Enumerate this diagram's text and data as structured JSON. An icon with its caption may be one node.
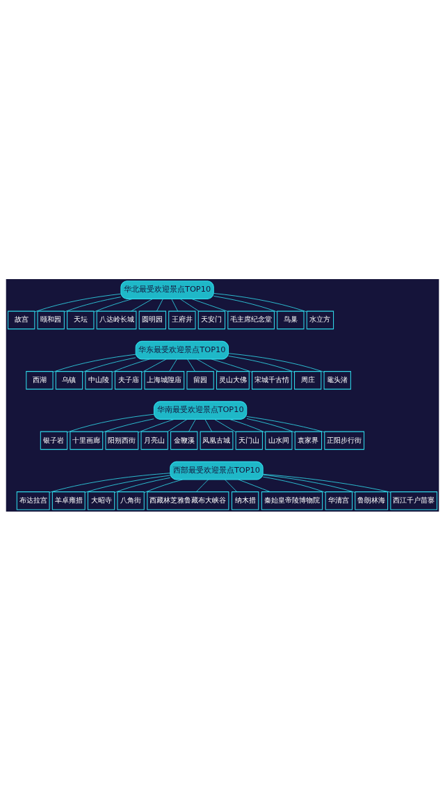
{
  "diagram": {
    "nodes": [
      {
        "text": [
          "华北最受欢迎景点TOP10"
        ]
      },
      {
        "text": [
          "故宫"
        ]
      },
      {
        "text": [
          "颐和园"
        ]
      },
      {
        "text": [
          "天坛"
        ]
      },
      {
        "text": [
          "八达岭长城"
        ]
      },
      {
        "text": [
          "圆明园"
        ]
      },
      {
        "text": [
          "王府井"
        ]
      },
      {
        "text": [
          "天安门"
        ]
      },
      {
        "text": [
          "毛主席纪念堂"
        ]
      },
      {
        "text": [
          "鸟巢"
        ]
      },
      {
        "text": [
          "水立方"
        ]
      },
      {
        "text": [
          "华东最受欢迎景点TOP10"
        ]
      },
      {
        "text": [
          "西湖"
        ]
      },
      {
        "text": [
          "乌镇"
        ]
      },
      {
        "text": [
          "中山陵"
        ]
      },
      {
        "text": [
          "夫子庙"
        ]
      },
      {
        "text": [
          "上海城隍庙"
        ]
      },
      {
        "text": [
          "留园"
        ]
      },
      {
        "text": [
          "灵山大佛"
        ]
      },
      {
        "text": [
          "宋城千古情"
        ]
      },
      {
        "text": [
          "周庄"
        ]
      },
      {
        "text": [
          "鼋头渚"
        ]
      },
      {
        "text": [
          "华南最受欢迎景点TOP10"
        ]
      },
      {
        "text": [
          "银子岩"
        ]
      },
      {
        "text": [
          "十里画廊"
        ]
      },
      {
        "text": [
          "阳朔西街"
        ]
      },
      {
        "text": [
          "月亮山"
        ]
      },
      {
        "text": [
          "金鞭溪"
        ]
      },
      {
        "text": [
          "凤凰古城"
        ]
      },
      {
        "text": [
          "天门山"
        ]
      },
      {
        "text": [
          "山水间"
        ]
      },
      {
        "text": [
          "袁家界"
        ]
      },
      {
        "text": [
          "正阳步行街"
        ]
      },
      {
        "text": [
          "西部最受欢迎景点TOP10"
        ]
      },
      {
        "text": [
          "布达拉宫"
        ]
      },
      {
        "text": [
          "羊卓雍措"
        ]
      },
      {
        "text": [
          "大昭寺"
        ]
      },
      {
        "text": [
          "八角街"
        ]
      },
      {
        "text": [
          "西藏林芝雅鲁藏布大峡谷"
        ]
      },
      {
        "text": [
          "纳木措"
        ]
      },
      {
        "text": [
          "秦始皇帝陵博物院"
        ]
      },
      {
        "text": [
          "华清宫"
        ]
      },
      {
        "text": [
          "鲁朗林海"
        ]
      },
      {
        "text": [
          "西江千户苗寨"
        ]
      }
    ],
    "edges": [
      {
        "from": 0,
        "to": 1,
        "arrow": "none"
      },
      {
        "from": 0,
        "to": 2,
        "arrow": "none"
      },
      {
        "from": 0,
        "to": 3,
        "arrow": "none"
      },
      {
        "from": 0,
        "to": 4,
        "arrow": "none"
      },
      {
        "from": 0,
        "to": 5,
        "arrow": "none"
      },
      {
        "from": 0,
        "to": 6,
        "arrow": "none"
      },
      {
        "from": 0,
        "to": 7,
        "arrow": "none"
      },
      {
        "from": 0,
        "to": 8,
        "arrow": "none"
      },
      {
        "from": 0,
        "to": 9,
        "arrow": "none"
      },
      {
        "from": 0,
        "to": 10,
        "arrow": "none"
      },
      {
        "from": 11,
        "to": 12,
        "arrow": "none"
      },
      {
        "from": 11,
        "to": 13,
        "arrow": "none"
      },
      {
        "from": 11,
        "to": 14,
        "arrow": "none"
      },
      {
        "from": 11,
        "to": 15,
        "arrow": "none"
      },
      {
        "from": 11,
        "to": 16,
        "arrow": "none"
      },
      {
        "from": 11,
        "to": 17,
        "arrow": "none"
      },
      {
        "from": 11,
        "to": 18,
        "arrow": "none"
      },
      {
        "from": 11,
        "to": 19,
        "arrow": "none"
      },
      {
        "from": 11,
        "to": 20,
        "arrow": "none"
      },
      {
        "from": 11,
        "to": 21,
        "arrow": "none"
      },
      {
        "from": 22,
        "to": 23,
        "arrow": "none"
      },
      {
        "from": 22,
        "to": 24,
        "arrow": "none"
      },
      {
        "from": 22,
        "to": 25,
        "arrow": "none"
      },
      {
        "from": 22,
        "to": 26,
        "arrow": "none"
      },
      {
        "from": 22,
        "to": 27,
        "arrow": "none"
      },
      {
        "from": 22,
        "to": 28,
        "arrow": "none"
      },
      {
        "from": 22,
        "to": 29,
        "arrow": "none"
      },
      {
        "from": 22,
        "to": 30,
        "arrow": "none"
      },
      {
        "from": 22,
        "to": 31,
        "arrow": "none"
      },
      {
        "from": 22,
        "to": 32,
        "arrow": "none"
      },
      {
        "from": 33,
        "to": 34,
        "arrow": "none"
      },
      {
        "from": 33,
        "to": 35,
        "arrow": "none"
      },
      {
        "from": 33,
        "to": 36,
        "arrow": "none"
      },
      {
        "from": 33,
        "to": 37,
        "arrow": "none"
      },
      {
        "from": 33,
        "to": 38,
        "arrow": "none"
      },
      {
        "from": 33,
        "to": 39,
        "arrow": "none"
      },
      {
        "from": 33,
        "to": 40,
        "arrow": "none"
      },
      {
        "from": 33,
        "to": 41,
        "arrow": "none"
      },
      {
        "from": 33,
        "to": 42,
        "arrow": "none"
      },
      {
        "from": 33,
        "to": 43,
        "arrow": "none"
      }
    ]
  }
}
